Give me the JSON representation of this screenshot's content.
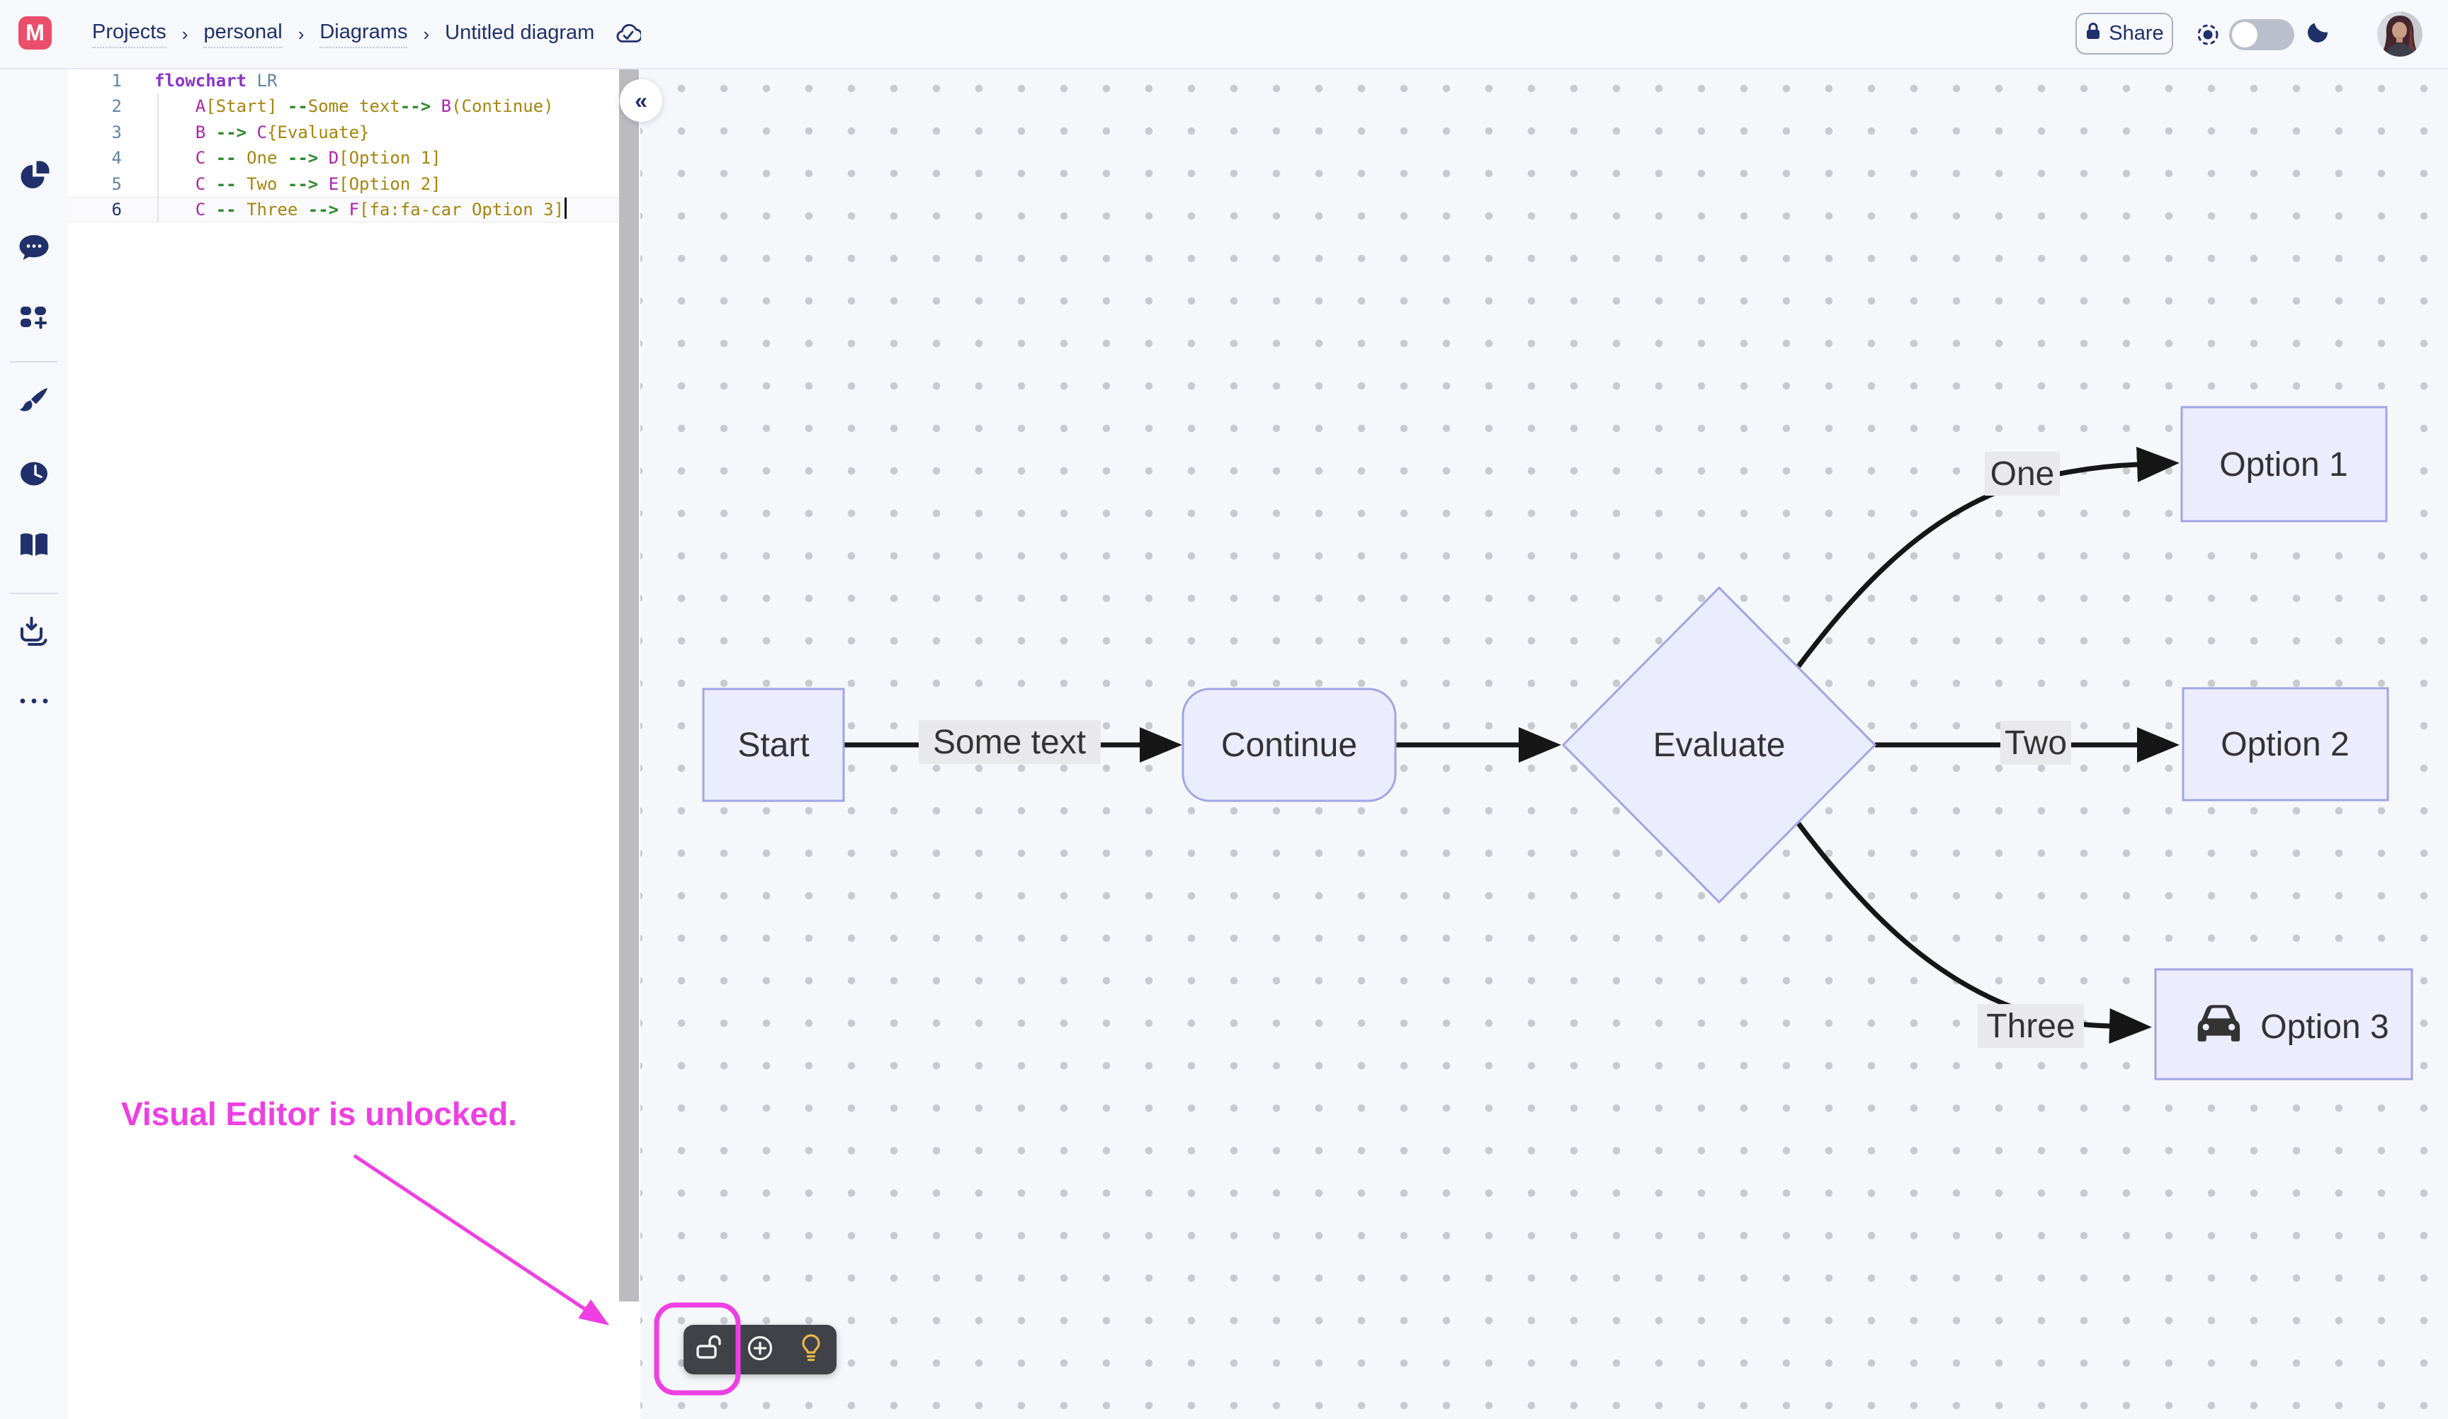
{
  "topbar": {
    "logo_letter": "M",
    "breadcrumbs": [
      "Projects",
      "personal",
      "Diagrams",
      "Untitled diagram"
    ],
    "separator": "›",
    "share_label": "Share"
  },
  "sidebar": {
    "icons": [
      "pie-chart",
      "chat",
      "templates-add",
      "paintbrush",
      "history-clock",
      "documentation-book",
      "export-download",
      "more-ellipsis"
    ]
  },
  "editor": {
    "collapse_glyph": "«",
    "lines": [
      {
        "no": "1",
        "active": false,
        "cursor": false,
        "tokens": [
          [
            "kw",
            "flowchart"
          ],
          [
            "pl",
            " "
          ],
          [
            "dir",
            "LR"
          ]
        ]
      },
      {
        "no": "2",
        "active": false,
        "cursor": false,
        "tokens": [
          [
            "pl",
            "    "
          ],
          [
            "id",
            "A"
          ],
          [
            "str",
            "[Start]"
          ],
          [
            "pl",
            " "
          ],
          [
            "op",
            "--"
          ],
          [
            "str",
            "Some text"
          ],
          [
            "op",
            "-->"
          ],
          [
            "pl",
            " "
          ],
          [
            "id",
            "B"
          ],
          [
            "str",
            "(Continue)"
          ]
        ]
      },
      {
        "no": "3",
        "active": false,
        "cursor": false,
        "tokens": [
          [
            "pl",
            "    "
          ],
          [
            "id",
            "B"
          ],
          [
            "pl",
            " "
          ],
          [
            "op",
            "-->"
          ],
          [
            "pl",
            " "
          ],
          [
            "id",
            "C"
          ],
          [
            "str",
            "{Evaluate}"
          ]
        ]
      },
      {
        "no": "4",
        "active": false,
        "cursor": false,
        "tokens": [
          [
            "pl",
            "    "
          ],
          [
            "id",
            "C"
          ],
          [
            "pl",
            " "
          ],
          [
            "op",
            "--"
          ],
          [
            "pl",
            " "
          ],
          [
            "str",
            "One"
          ],
          [
            "pl",
            " "
          ],
          [
            "op",
            "-->"
          ],
          [
            "pl",
            " "
          ],
          [
            "id",
            "D"
          ],
          [
            "str",
            "[Option 1]"
          ]
        ]
      },
      {
        "no": "5",
        "active": false,
        "cursor": false,
        "tokens": [
          [
            "pl",
            "    "
          ],
          [
            "id",
            "C"
          ],
          [
            "pl",
            " "
          ],
          [
            "op",
            "--"
          ],
          [
            "pl",
            " "
          ],
          [
            "str",
            "Two"
          ],
          [
            "pl",
            " "
          ],
          [
            "op",
            "-->"
          ],
          [
            "pl",
            " "
          ],
          [
            "id",
            "E"
          ],
          [
            "str",
            "[Option 2]"
          ]
        ]
      },
      {
        "no": "6",
        "active": true,
        "cursor": true,
        "tokens": [
          [
            "pl",
            "    "
          ],
          [
            "id",
            "C"
          ],
          [
            "pl",
            " "
          ],
          [
            "op",
            "--"
          ],
          [
            "pl",
            " "
          ],
          [
            "str",
            "Three"
          ],
          [
            "pl",
            " "
          ],
          [
            "op",
            "-->"
          ],
          [
            "pl",
            " "
          ],
          [
            "id",
            "F"
          ],
          [
            "str",
            "[fa:fa-car Option 3]"
          ]
        ]
      }
    ]
  },
  "diagram": {
    "nodes": {
      "A": {
        "label": "Start",
        "shape": "rect"
      },
      "B": {
        "label": "Continue",
        "shape": "rounded"
      },
      "C": {
        "label": "Evaluate",
        "shape": "diamond"
      },
      "D": {
        "label": "Option 1",
        "shape": "rect"
      },
      "E": {
        "label": "Option 2",
        "shape": "rect"
      },
      "F": {
        "label": "Option 3",
        "shape": "rect",
        "icon": "car"
      }
    },
    "edge_labels": {
      "ab": "Some text",
      "one": "One",
      "two": "Two",
      "three": "Three"
    },
    "colors": {
      "node_fill": "#ECECFF",
      "node_border": "#A2A4E4",
      "edge": "#161616",
      "label_bg": "#E9E9EB",
      "text": "#333333"
    }
  },
  "toolbar": {
    "buttons": [
      "unlock-visual-editor",
      "add-node",
      "ai-suggestion"
    ],
    "background": "#414148",
    "bulb_color": "#E8B84B"
  },
  "annotation": {
    "text": "Visual Editor is unlocked.",
    "color": "#EE3FE3"
  },
  "theme": {
    "navy": "#20306A",
    "topbar_bg": "#F7F8FC",
    "canvas_bg": "#F6F7FA",
    "logo_pink": "#EA4E6B"
  }
}
